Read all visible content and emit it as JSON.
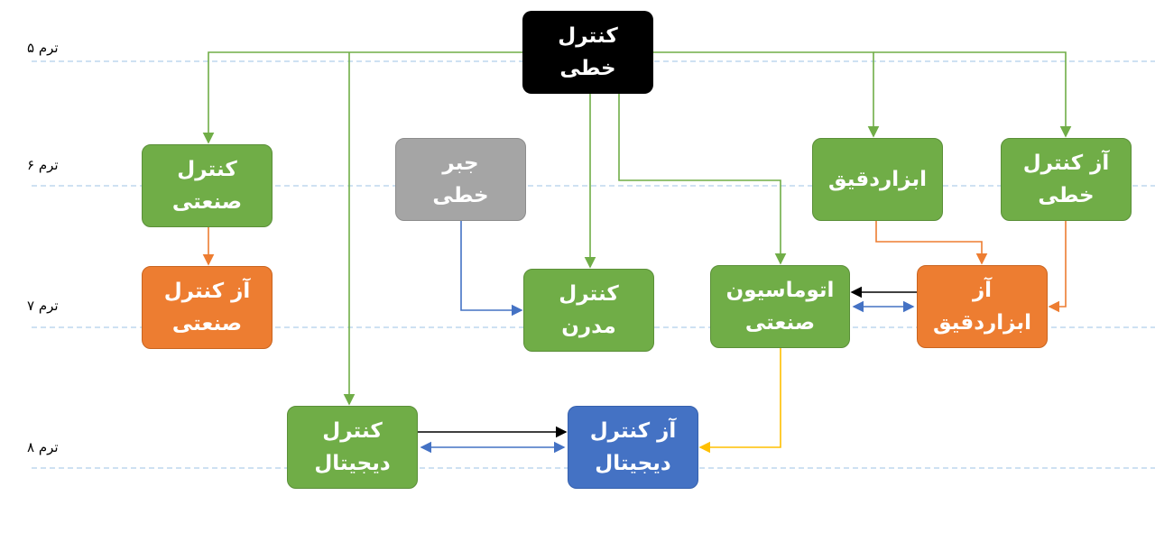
{
  "terms": [
    "ترم ۵",
    "ترم ۶",
    "ترم ۷",
    "ترم ۸"
  ],
  "courses": {
    "linear_control": "کنترل\nخطی",
    "industrial_control": "کنترل\nصنعتی",
    "linear_algebra": "جبر\nخطی",
    "instrumentation": "ابزاردقیق",
    "linear_control_lab": "آز کنترل\nخطی",
    "industrial_control_lab": "آز کنترل\nصنعتی",
    "modern_control": "کنترل\nمدرن",
    "industrial_automation": "اتوماسیون\nصنعتی",
    "instrumentation_lab": "آز\nابزاردقیق",
    "digital_control": "کنترل\nدیجیتال",
    "digital_control_lab": "آز کنترل\nدیجیتال"
  },
  "colors": {
    "green": "#70AD47",
    "orange": "#ED7D31",
    "blue": "#4472C4",
    "gray": "#A5A5A5",
    "yellow": "#FFC000",
    "black": "#000000",
    "grid": "#9DC3E6"
  }
}
